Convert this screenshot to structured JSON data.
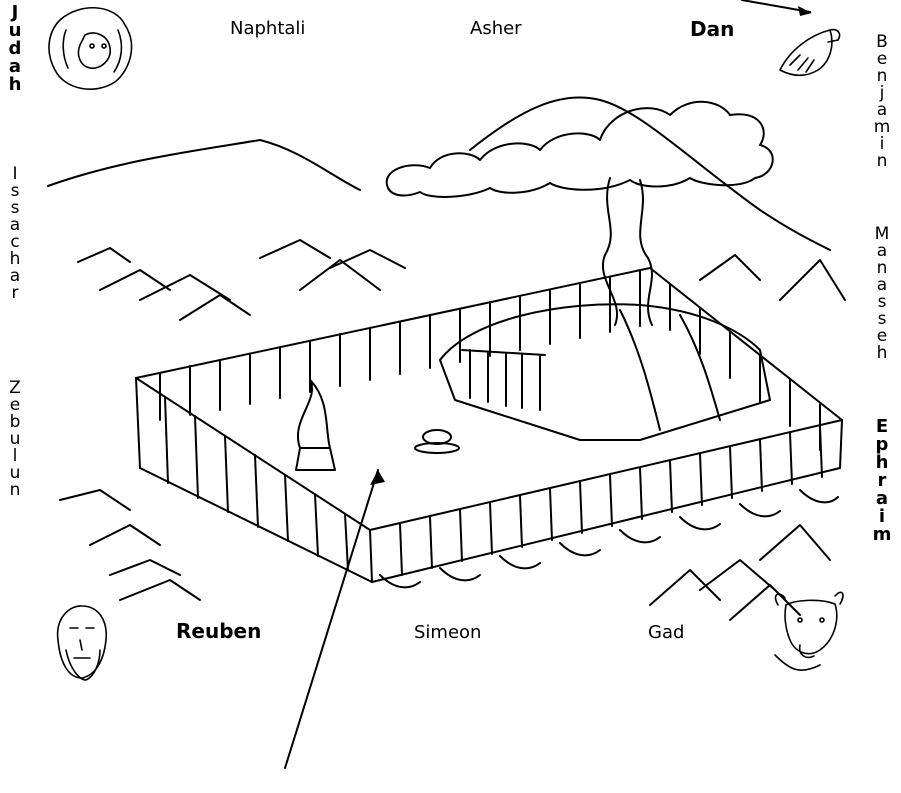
{
  "tribes": {
    "top": [
      {
        "name": "Naphtali",
        "bold": false
      },
      {
        "name": "Asher",
        "bold": false
      },
      {
        "name": "Dan",
        "bold": true
      }
    ],
    "bottom": [
      {
        "name": "Reuben",
        "bold": true
      },
      {
        "name": "Simeon",
        "bold": false
      },
      {
        "name": "Gad",
        "bold": false
      }
    ],
    "left": [
      {
        "name": "Judah",
        "bold": true
      },
      {
        "name": "Issachar",
        "bold": false
      },
      {
        "name": "Zebulun",
        "bold": false
      }
    ],
    "right": [
      {
        "name": "Benjamin",
        "bold": false
      },
      {
        "name": "Manasseh",
        "bold": false
      },
      {
        "name": "Ephraim",
        "bold": true
      }
    ]
  },
  "emblems": [
    "lion-icon",
    "eagle-icon",
    "man-face-icon",
    "ox-icon"
  ],
  "colors": {
    "ink": "#000000",
    "paper": "#ffffff"
  }
}
